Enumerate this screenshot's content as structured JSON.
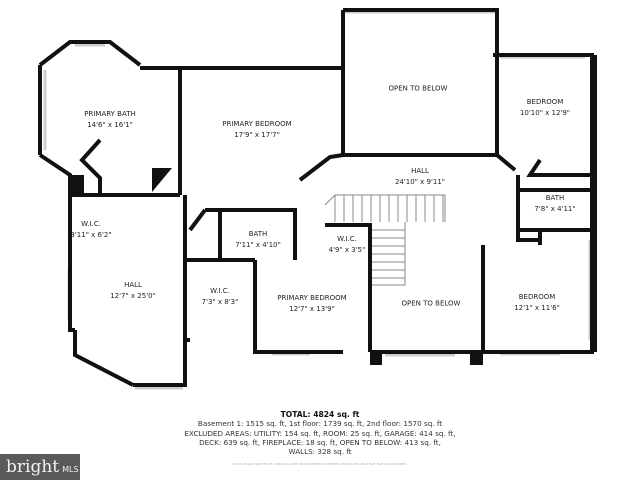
{
  "rooms": [
    {
      "name": "PRIMARY BATH",
      "dims": "14'6\" x 16'1\""
    },
    {
      "name": "PRIMARY BEDROOM",
      "dims": "17'9\" x 17'7\""
    },
    {
      "name": "OPEN TO BELOW",
      "dims": ""
    },
    {
      "name": "BEDROOM",
      "dims": "10'10\" x 12'9\""
    },
    {
      "name": "HALL",
      "dims": "24'10\" x 9'11\""
    },
    {
      "name": "BATH",
      "dims": "7'8\" x 4'11\""
    },
    {
      "name": "W.I.C.",
      "dims": "3'11\" x 6'2\""
    },
    {
      "name": "BATH",
      "dims": "7'11\" x 4'10\""
    },
    {
      "name": "W.I.C.",
      "dims": "4'9\" x 3'5\""
    },
    {
      "name": "HALL",
      "dims": "12'7\" x 25'0\""
    },
    {
      "name": "W.I.C.",
      "dims": "7'3\" x 8'3\""
    },
    {
      "name": "PRIMARY BEDROOM",
      "dims": "12'7\" x 13'9\""
    },
    {
      "name": "OPEN TO BELOW",
      "dims": ""
    },
    {
      "name": "BEDROOM",
      "dims": "12'1\" x 11'6\""
    }
  ],
  "summary": {
    "total": "TOTAL: 4824 sq. ft",
    "line1": "Basement 1: 1515 sq. ft, 1st floor: 1739 sq. ft, 2nd floor: 1570 sq. ft",
    "line2": "EXCLUDED AREAS: UTILITY: 154 sq. ft, ROOM: 25 sq. ft, GARAGE: 414 sq. ft,",
    "line3": "DECK: 639 sq. ft, FIREPLACE: 18 sq. ft, OPEN TO BELOW: 413 sq. ft,",
    "line4": "WALLS: 328 sq. ft",
    "disclaimer": "FLOOR PLAN CREATED BY CUBICASA APP. MEASUREMENTS DEEMED HIGHLY RELIABLE BUT NOT GUARANTEED."
  },
  "logo": {
    "brand": "bright",
    "suffix": "MLS"
  },
  "colors": {
    "wall": "#111111",
    "window": "#cccccc",
    "logo_bg": "#5a5a5a"
  }
}
